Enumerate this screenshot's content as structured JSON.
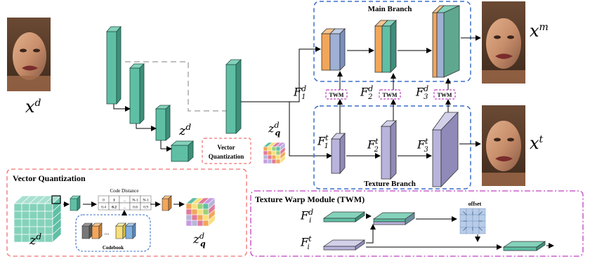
{
  "labels": {
    "x_d": "x",
    "x_d_sup": "d",
    "x_m": "x",
    "x_m_sup": "m",
    "x_t": "x",
    "x_t_sup": "t",
    "z_d": "z",
    "z_d_sup": "d",
    "z_q": "z",
    "z_q_sup": "d",
    "z_q_sub": "q",
    "main_branch": "Main Branch",
    "texture_branch": "Texture Branch",
    "vector_quantization_box": "Vector\nQuantization",
    "twm": "TWM",
    "F": "F",
    "F1_sub": "1",
    "F2_sub": "2",
    "F3_sub": "3",
    "F_sup_d": "d",
    "F_sup_t": "t",
    "vq_panel_title": "Vector Quantization",
    "code_distance": "Code Distance",
    "codebook": "Codebook",
    "twm_panel_title": "Texture Warp Module (TWM)",
    "offset": "offset",
    "Fi": "F",
    "Fi_sub": "i",
    "Fi_sup_d": "d",
    "Fi_sup_t": "t"
  },
  "distance_table": {
    "row1": [
      "0",
      "1",
      "...",
      "N-1",
      "N-1"
    ],
    "row2": [
      "0.4",
      "0.2",
      "...",
      "0.6",
      "0.9"
    ]
  },
  "colors": {
    "teal": "#5fbfa4",
    "teal_dark": "#3d8f7a",
    "orange": "#f2a65a",
    "blue_gray": "#9fb0d4",
    "lavender": "#b8b4dc",
    "blue_dash": "#3b6fc9",
    "red_dash": "#f07070",
    "magenta_dash": "#c040c0"
  }
}
